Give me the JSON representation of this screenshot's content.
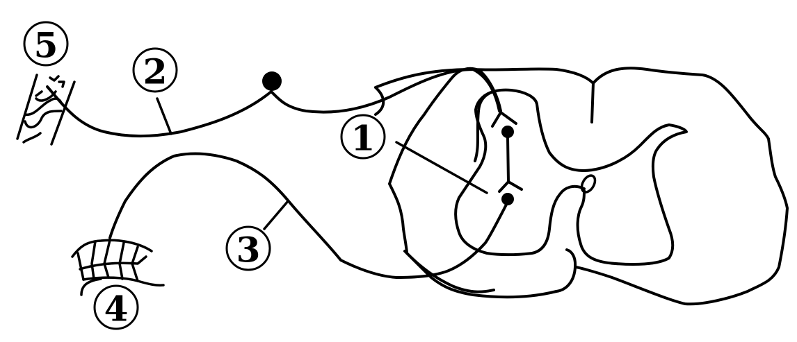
{
  "diagram": {
    "subject": "reflex arc",
    "background_color": "#ffffff",
    "line_color": "#000000",
    "labels": [
      {
        "id": "1",
        "text": "1",
        "glyph": "①",
        "points_to": "interneuron synapse in spinal cord gray matter"
      },
      {
        "id": "2",
        "text": "2",
        "glyph": "②",
        "points_to": "afferent (sensory) nerve fiber"
      },
      {
        "id": "3",
        "text": "3",
        "glyph": "③",
        "points_to": "efferent (motor) nerve fiber"
      },
      {
        "id": "4",
        "text": "4",
        "glyph": "④",
        "points_to": "effector (muscle)"
      },
      {
        "id": "5",
        "text": "5",
        "glyph": "⑤",
        "points_to": "receptor (skin)"
      }
    ],
    "elements": [
      "receptor-skin",
      "sensory-neuron-fiber",
      "dorsal-root-ganglion-cell-body",
      "spinal-cord-outline",
      "gray-matter-butterfly",
      "interneuron",
      "motor-neuron",
      "motor-neuron-fiber",
      "effector-muscle"
    ]
  }
}
